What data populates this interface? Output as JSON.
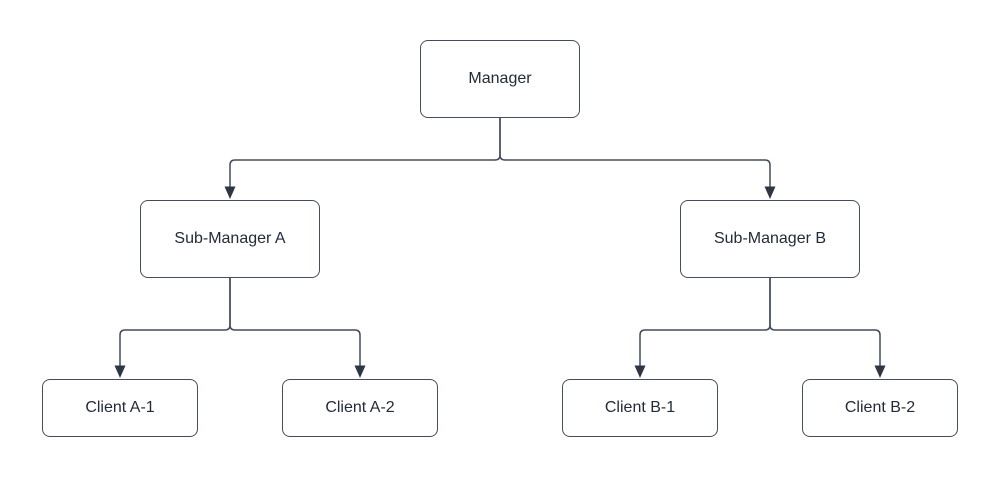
{
  "diagram": {
    "type": "org-chart",
    "nodes": [
      {
        "id": "manager",
        "label": "Manager"
      },
      {
        "id": "sub-manager-a",
        "label": "Sub-Manager A"
      },
      {
        "id": "sub-manager-b",
        "label": "Sub-Manager B"
      },
      {
        "id": "client-a1",
        "label": "Client A-1"
      },
      {
        "id": "client-a2",
        "label": "Client A-2"
      },
      {
        "id": "client-b1",
        "label": "Client B-1"
      },
      {
        "id": "client-b2",
        "label": "Client B-2"
      }
    ],
    "edges": [
      {
        "from": "Manager",
        "to": "Sub-Manager A",
        "arrow": "filled-triangle"
      },
      {
        "from": "Manager",
        "to": "Sub-Manager B",
        "arrow": "filled-triangle"
      },
      {
        "from": "Sub-Manager A",
        "to": "Client A-1",
        "arrow": "filled-triangle"
      },
      {
        "from": "Sub-Manager A",
        "to": "Client A-2",
        "arrow": "filled-triangle"
      },
      {
        "from": "Sub-Manager B",
        "to": "Client B-1",
        "arrow": "filled-triangle"
      },
      {
        "from": "Sub-Manager B",
        "to": "Client B-2",
        "arrow": "filled-triangle"
      }
    ],
    "colors": {
      "node_fill": "#ffffff",
      "node_border": "#444e5e",
      "connector": "#434c5b",
      "arrowhead": "#2e3643",
      "text": "#232b38",
      "background": "#ffffff"
    }
  }
}
